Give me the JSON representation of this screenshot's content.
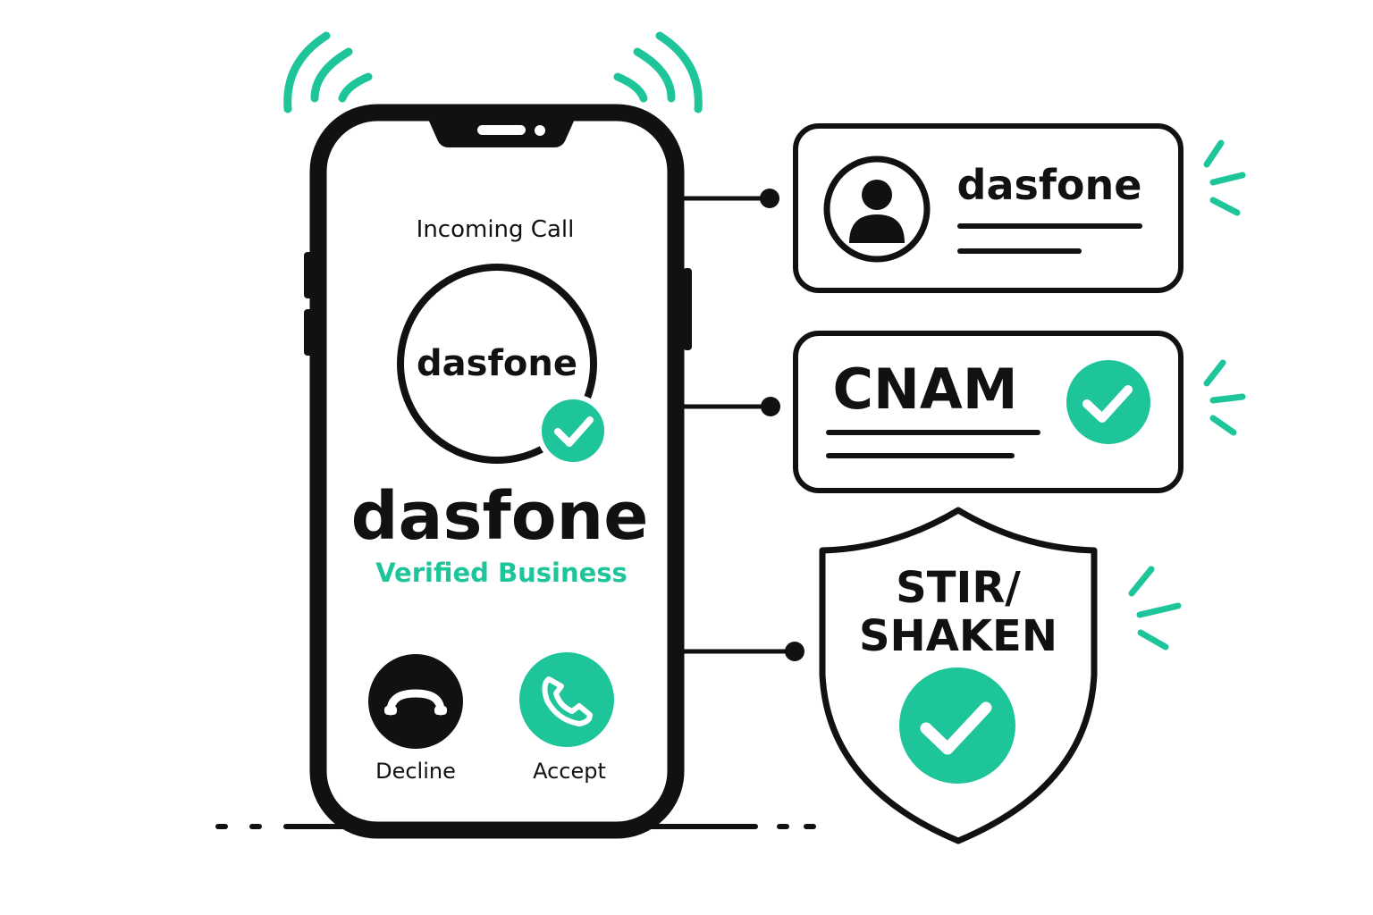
{
  "phone": {
    "status": "Incoming Call",
    "avatar_logo": "dasfone",
    "caller_name": "dasfone",
    "caller_tag": "Verified Business",
    "decline_label": "Decline",
    "accept_label": "Accept"
  },
  "cards": {
    "identity": {
      "name": "dasfone"
    },
    "cnam": {
      "title": "CNAM"
    },
    "shield": {
      "line1": "STIR/",
      "line2": "SHAKEN"
    }
  },
  "colors": {
    "accent": "#1fc59a",
    "ink": "#111111",
    "background": "#ffffff"
  },
  "icons": {
    "signal": "signal-waves-icon",
    "verified": "check-circle-icon",
    "decline": "phone-hangup-icon",
    "accept": "phone-icon",
    "user": "user-avatar-icon",
    "shield": "shield-icon",
    "sparkle": "sparkle-lines-icon"
  }
}
